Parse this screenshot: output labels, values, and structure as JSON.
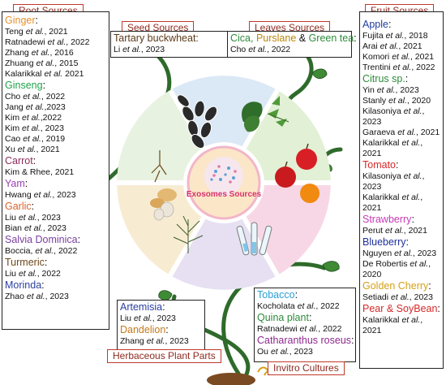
{
  "sections": {
    "root": {
      "title": "Root Sources",
      "groups": [
        {
          "name": "Ginger",
          "color": "#e5902a",
          "refs": [
            "Teng et al., 2021",
            "Ratnadewi et al., 2022",
            "Zhang et al., 2016",
            "Zhuang et al., 2015",
            "Kalarikkal et al. 2021"
          ]
        },
        {
          "name": "Ginseng",
          "color": "#1fa34a",
          "refs": [
            "Cho et al., 2022",
            "Jang et al.,2023",
            "Kim et al.,2022",
            "Kim et al., 2023",
            "Cao et al., 2019",
            "Xu et al., 2021"
          ]
        },
        {
          "name": "Carrot",
          "color": "#8e2a5a",
          "refs": [
            "Kim & Rhee, 2021"
          ]
        },
        {
          "name": "Yam",
          "color": "#9b3fb5",
          "refs": [
            "Hwang et al., 2023"
          ]
        },
        {
          "name": "Garlic",
          "color": "#d9642a",
          "refs": [
            "Liu et al., 2023",
            "Bian et al., 2023"
          ]
        },
        {
          "name": "Salvia Dominica",
          "color": "#7a3fa0",
          "refs": [
            "Boccia, et al., 2022"
          ]
        },
        {
          "name": "Turmeric",
          "color": "#6b4a1a",
          "refs": [
            "Liu et al., 2022"
          ]
        },
        {
          "name": "Morinda",
          "color": "#2b3f9e",
          "refs": [
            "Zhao et al., 2023"
          ]
        }
      ]
    },
    "seed": {
      "title": "Seed Sources",
      "groups": [
        {
          "name": "Tartary buckwheat:",
          "color": "#5b3a1a",
          "refs": [
            "Li et al., 2023"
          ]
        }
      ]
    },
    "leaves": {
      "title": "Leaves Sources",
      "heading": [
        {
          "text": "Cica, ",
          "color": "#2e8b3a"
        },
        {
          "text": "Purslane ",
          "color": "#b8860b"
        },
        {
          "text": "& ",
          "color": "#111111"
        },
        {
          "text": "Green tea",
          "color": "#2e8b3a"
        },
        {
          "text": ":",
          "color": "#111111"
        }
      ],
      "refs": [
        "Cho et al., 2022"
      ]
    },
    "fruit": {
      "title": "Fruit Sources",
      "groups": [
        {
          "name": "Apple",
          "color": "#1f3fa0",
          "refs": [
            "Fujita et al., 2018",
            "Arai et al., 2021",
            "Komori et al., 2021",
            "Trentini et al., 2022"
          ]
        },
        {
          "name": "Citrus sp.",
          "color": "#2e8b3a",
          "refs": [
            "Yin et al., 2023",
            "Stanly et al., 2020",
            "Kilasoniya et al.,",
            "2023",
            "Garaeva et al., 2021",
            "Kalarikkal et al.,",
            "2021"
          ]
        },
        {
          "name": "Tomato",
          "color": "#d62828",
          "refs": [
            "Kilasoniya et al.,",
            "2023",
            "Kalarikkal et al.,",
            "2021"
          ]
        },
        {
          "name": "Strawberry",
          "color": "#c63ab8",
          "refs": [
            "Perut et al., 2021"
          ]
        },
        {
          "name": "Blueberry",
          "color": "#1f2f9e",
          "refs": [
            "Nguyen et al., 2023",
            "De Robertis et al.,",
            "2020"
          ]
        },
        {
          "name": "Golden Cherry",
          "color": "#d4a017",
          "refs": [
            "Setiadi et al., 2023"
          ]
        },
        {
          "name": "Pear & SoyBean",
          "color": "#d62828",
          "refs": [
            "Kalarikkal et al.,",
            "2021"
          ]
        }
      ]
    },
    "herbaceous": {
      "title": "Herbaceous Plant Parts",
      "groups": [
        {
          "name": "Artemisia",
          "color": "#2b3f9e",
          "refs": [
            "Liu et al., 2023"
          ]
        },
        {
          "name": "Dandelion",
          "color": "#c6781a",
          "refs": [
            "Zhang et al., 2023"
          ]
        }
      ]
    },
    "invitro": {
      "title": "Invitro Cultures",
      "groups": [
        {
          "name": "Tobacco",
          "color": "#2a9fd6",
          "refs": [
            "Kocholata et al., 2022"
          ]
        },
        {
          "name": "Quina plant",
          "color": "#2e8b3a",
          "refs": [
            "Ratnadewi et al., 2022"
          ]
        },
        {
          "name": "Catharanthus roseus",
          "color": "#8e2a8e",
          "refs": [
            "Ou et al., 2023"
          ]
        }
      ]
    }
  },
  "center": {
    "label": "Exosomes Sources"
  },
  "colors": {
    "seed_sector": "#dbe8f5",
    "leaves_sector": "#e2f0d6",
    "fruit_sector": "#f7d7e6",
    "invitro_sector": "#e6e0f2",
    "herb_sector": "#f7ecd2",
    "root_sector": "#e8f2e0",
    "vine": "#2e6b2a",
    "title_border": "#c0392b"
  },
  "icons": [
    "seeds-icon",
    "leaves-icon",
    "fruits-icon",
    "test-tubes-icon",
    "herb-plant-icon",
    "roots-icon",
    "vine-leaf-icon",
    "soil-sprout-icon"
  ]
}
